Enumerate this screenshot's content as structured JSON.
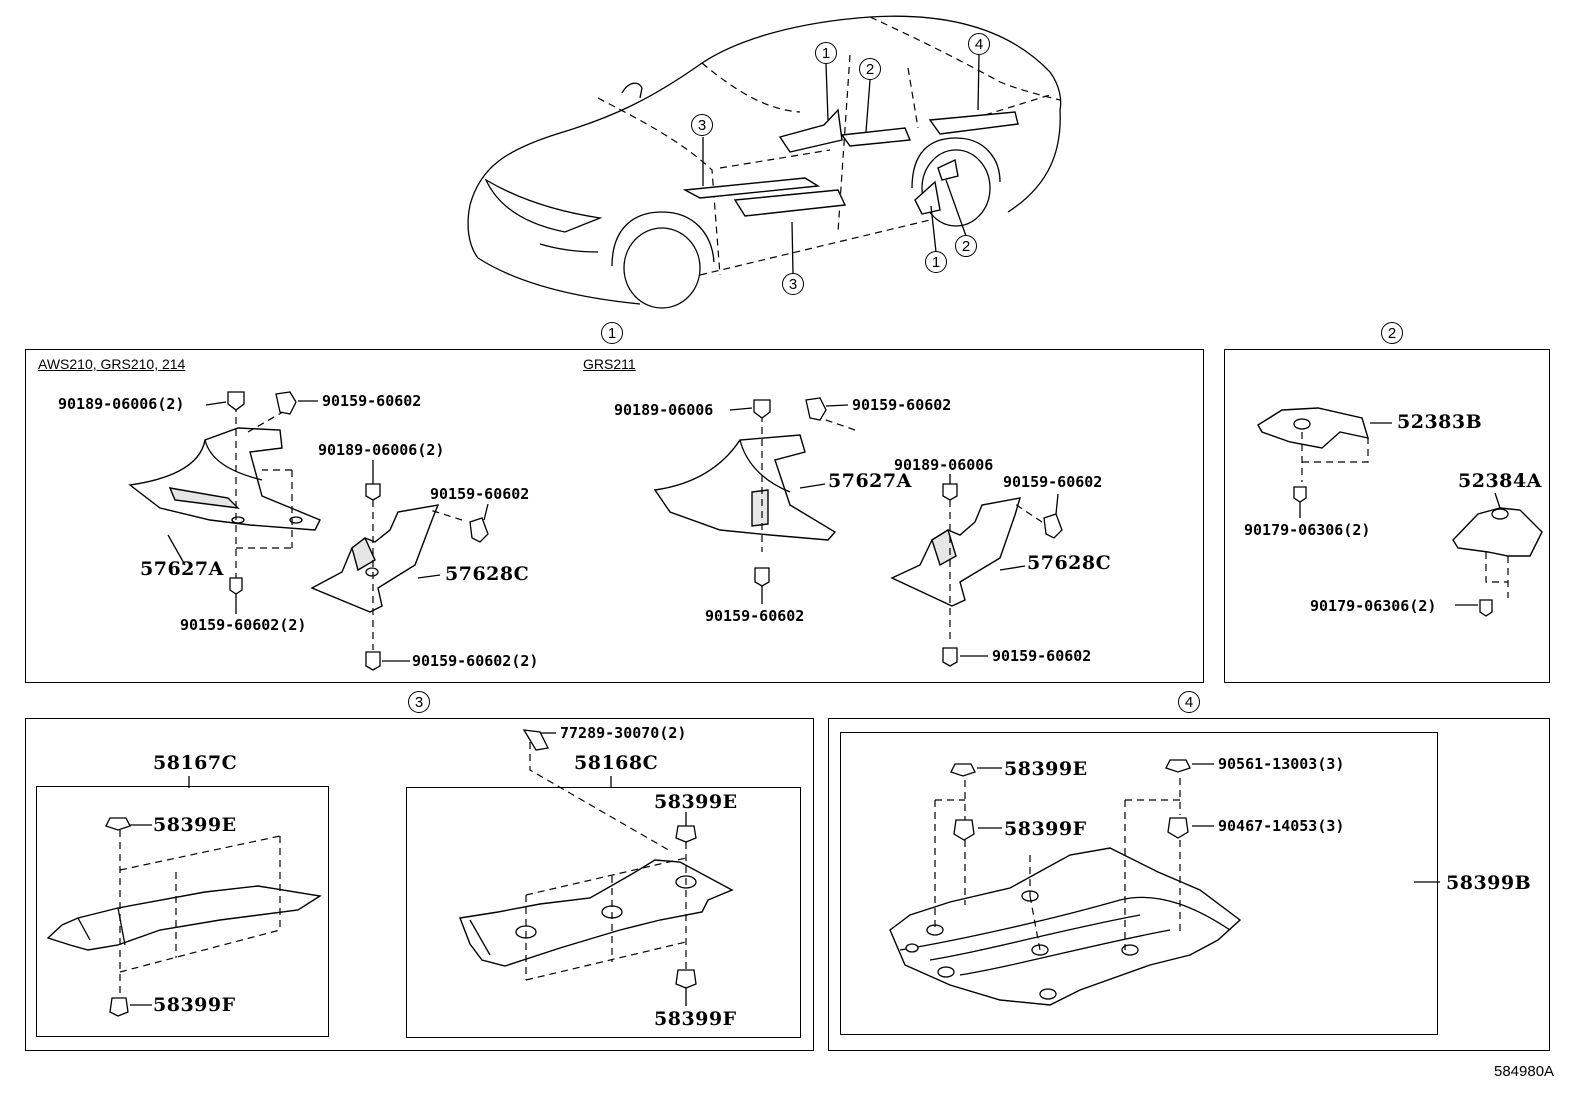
{
  "overview": {
    "markers": [
      {
        "num": "1"
      },
      {
        "num": "2"
      },
      {
        "num": "3"
      },
      {
        "num": "4"
      },
      {
        "num": "3"
      },
      {
        "num": "1"
      },
      {
        "num": "2"
      }
    ]
  },
  "panel1": {
    "num": "1",
    "left_variant": "AWS210, GRS210, 214",
    "right_variant": "GRS211",
    "left": {
      "part_a": "57627A",
      "part_c": "57628C",
      "fasteners": [
        "90189-06006(2)",
        "90159-60602",
        "90189-06006(2)",
        "90159-60602",
        "90159-60602(2)",
        "90159-60602(2)"
      ]
    },
    "right": {
      "part_a": "57627A",
      "part_c": "57628C",
      "fasteners": [
        "90189-06006",
        "90159-60602",
        "90189-06006",
        "90159-60602",
        "90159-60602",
        "90159-60602"
      ]
    }
  },
  "panel2": {
    "num": "2",
    "part_b": "52383B",
    "part_a": "52384A",
    "fasteners": [
      "90179-06306(2)",
      "90179-06306(2)"
    ]
  },
  "panel3": {
    "num": "3",
    "left": {
      "part": "58167C",
      "fasteners": [
        "58399E",
        "58399F"
      ]
    },
    "right": {
      "part": "58168C",
      "clip": "77289-30070(2)",
      "fasteners": [
        "58399E",
        "58399F"
      ]
    }
  },
  "panel4": {
    "num": "4",
    "assembly": "58399B",
    "fasteners": [
      "58399E",
      "58399F",
      "90561-13003(3)",
      "90467-14053(3)"
    ]
  },
  "reference": "584980A"
}
